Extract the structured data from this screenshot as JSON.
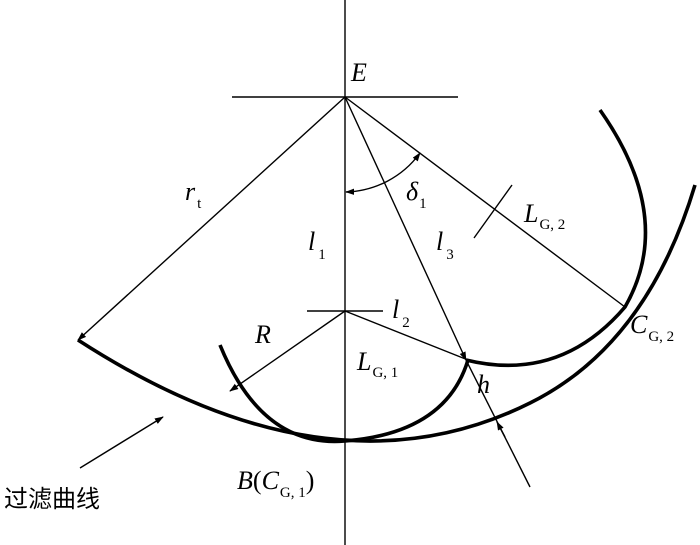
{
  "labels": {
    "E": "E",
    "r": "r",
    "r_sub": "t",
    "delta": "δ",
    "delta_sub": "1",
    "l1": "l",
    "l1_sub": "1",
    "l3": "l",
    "l3_sub": "3",
    "LG2": "L",
    "LG2_sub": "G, 2",
    "R": "R",
    "l2": "l",
    "l2_sub": "2",
    "LG1": "L",
    "LG1_sub": "G, 1",
    "h": "h",
    "CG2": "C",
    "CG2_sub": "G, 2",
    "B": "B",
    "B_open": "(",
    "B_C": "C",
    "B_sub": "G, 1",
    "B_close": ")",
    "filter_curve": "过滤曲线"
  }
}
